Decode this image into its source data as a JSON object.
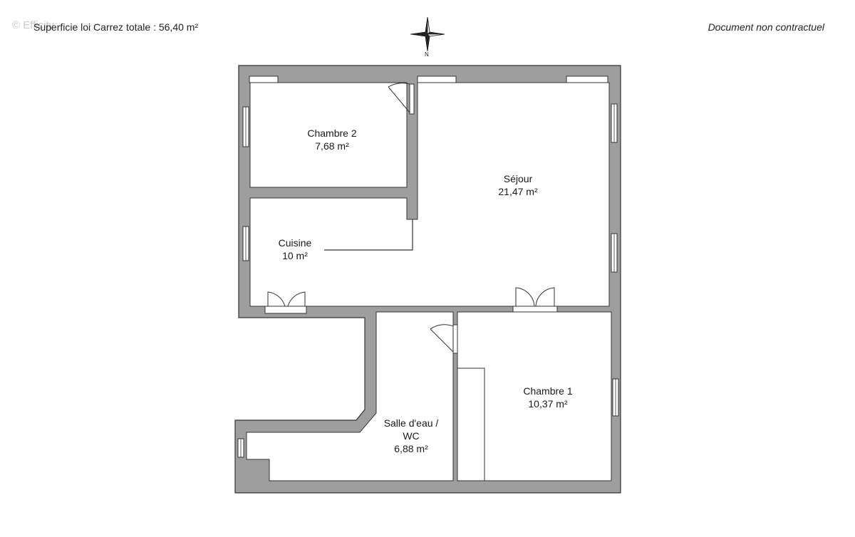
{
  "header": {
    "watermark": "© Efficity",
    "surface_total": "Superficie loi Carrez totale :  56,40 m²",
    "disclaimer": "Document non contractuel"
  },
  "compass": {
    "north_label": "N"
  },
  "rooms": [
    {
      "name": "Chambre 2",
      "area": "7,68 m²"
    },
    {
      "name": "Séjour",
      "area": "21,47 m²"
    },
    {
      "name": "Cuisine",
      "area": "10 m²"
    },
    {
      "name": "Chambre 1",
      "area": "10,37 m²"
    },
    {
      "name": "Salle d'eau /",
      "name2": "WC",
      "area": "6,88 m²"
    }
  ],
  "colors": {
    "wall": "#9e9e9e",
    "wall_stroke": "#333333",
    "floor": "#ffffff"
  }
}
